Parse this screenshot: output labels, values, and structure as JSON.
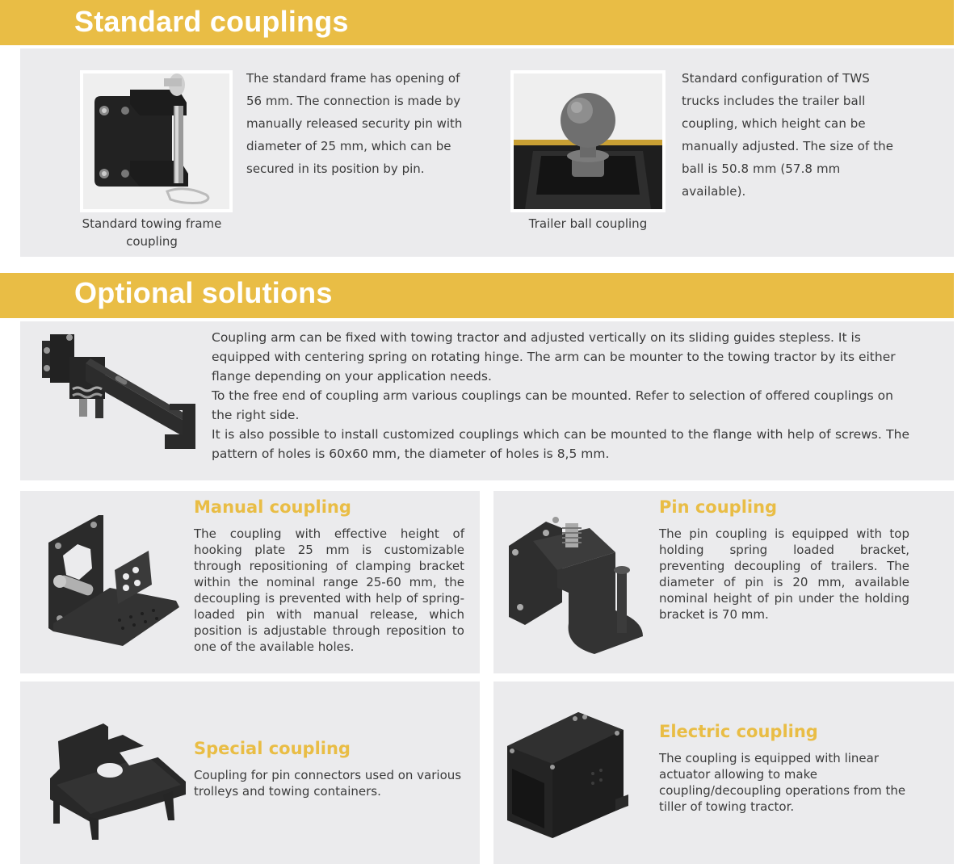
{
  "standard": {
    "heading": "Standard couplings",
    "frame": {
      "text": "The standard frame has opening of 56 mm. The connection is made by manually released security pin with diameter of 25 mm, which can be secured in its position by pin.",
      "caption": "Standard towing frame coupling"
    },
    "ball": {
      "text": "Standard configuration of TWS trucks includes the trailer ball coupling, which height can be manually adjusted. The size of the ball is 50.8 mm (57.8 mm available).",
      "caption": "Trailer ball coupling"
    }
  },
  "optional": {
    "heading": "Optional solutions",
    "arm": {
      "p1": "Coupling arm can be fixed with towing tractor and adjusted vertically on its sliding guides stepless. It is equipped with centering spring on rotating hinge. The arm can be mounter to the towing tractor by its either flange depending on your application needs.",
      "p2": "To the free end of coupling arm various couplings can be mounted. Refer to selection of offered couplings on the right side.",
      "p3": "It is also possible to install customized couplings which can be mounted to the flange with help of screws. The pattern of holes is 60x60 mm, the diameter of holes is 8,5 mm."
    },
    "manual": {
      "title": "Manual coupling",
      "text": "The coupling with effective height of hooking plate 25 mm is customizable through repositioning of clamping bracket within the nominal range 25-60 mm, the decoupling is prevented with help of spring-loaded pin with manual release, which position is adjustable through reposition to one of the available holes."
    },
    "pin": {
      "title": "Pin coupling",
      "text": "The pin coupling is equipped with top holding spring loaded bracket, preventing decoupling of trailers. The diameter of pin is 20 mm, available nominal height of pin under the holding bracket is 70 mm."
    },
    "special": {
      "title": "Special coupling",
      "text": "Coupling for pin connectors used on various trolleys and towing containers."
    },
    "electric": {
      "title": "Electric coupling",
      "text": "The coupling is equipped with linear actuator allowing to make coupling/decoupling operations from the tiller of towing tractor."
    }
  },
  "colors": {
    "accent": "#e9bd45",
    "panel": "#ebebed",
    "text": "#3b3b3b"
  }
}
